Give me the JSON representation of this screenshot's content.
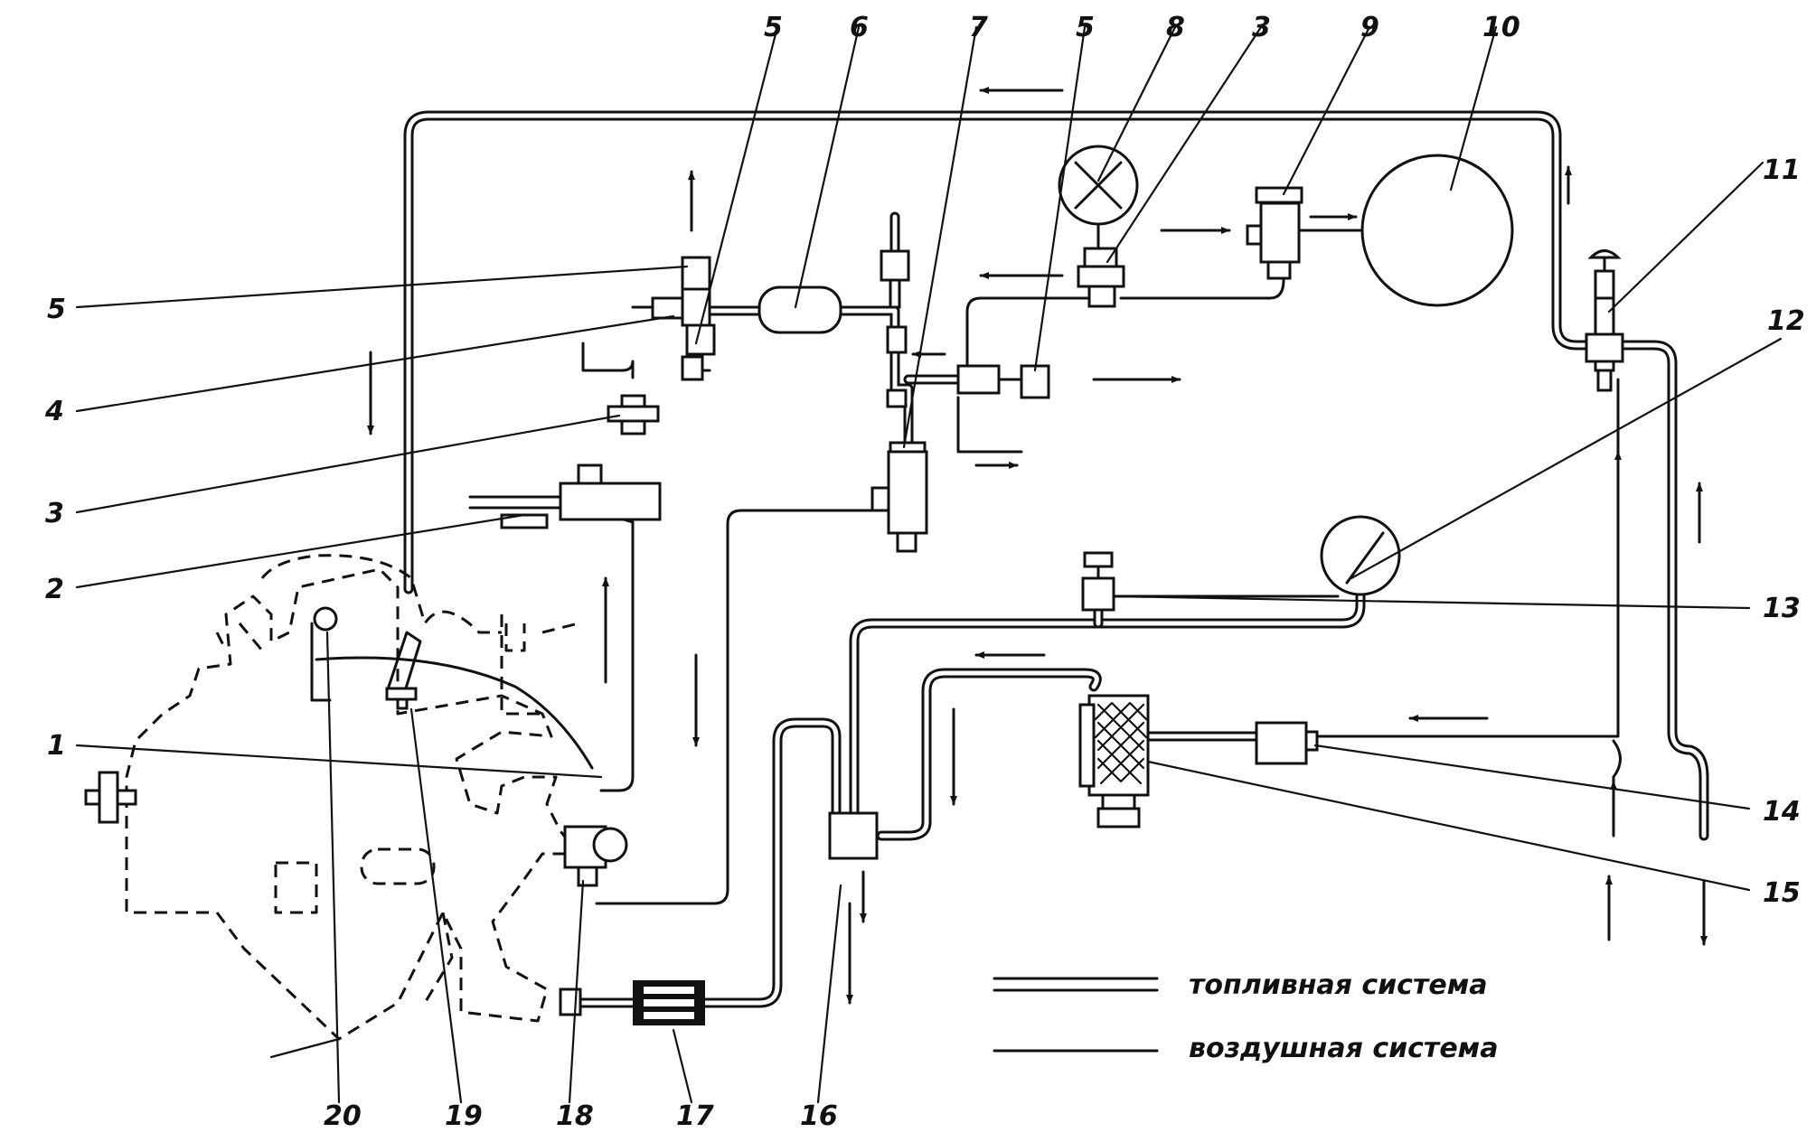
{
  "callouts": {
    "n1": "1",
    "n2": "2",
    "n3": "3",
    "n3b": "3",
    "n4": "4",
    "n5": "5",
    "n5b": "5",
    "n5c": "5",
    "n6": "6",
    "n7": "7",
    "n8": "8",
    "n9": "9",
    "n10": "10",
    "n11": "11",
    "n12": "12",
    "n13": "13",
    "n14": "14",
    "n15": "15",
    "n16": "16",
    "n17": "17",
    "n18": "18",
    "n19": "19",
    "n20": "20"
  },
  "legend": {
    "fuel_system": "топливная    система",
    "air_system": "воздушная    система"
  }
}
